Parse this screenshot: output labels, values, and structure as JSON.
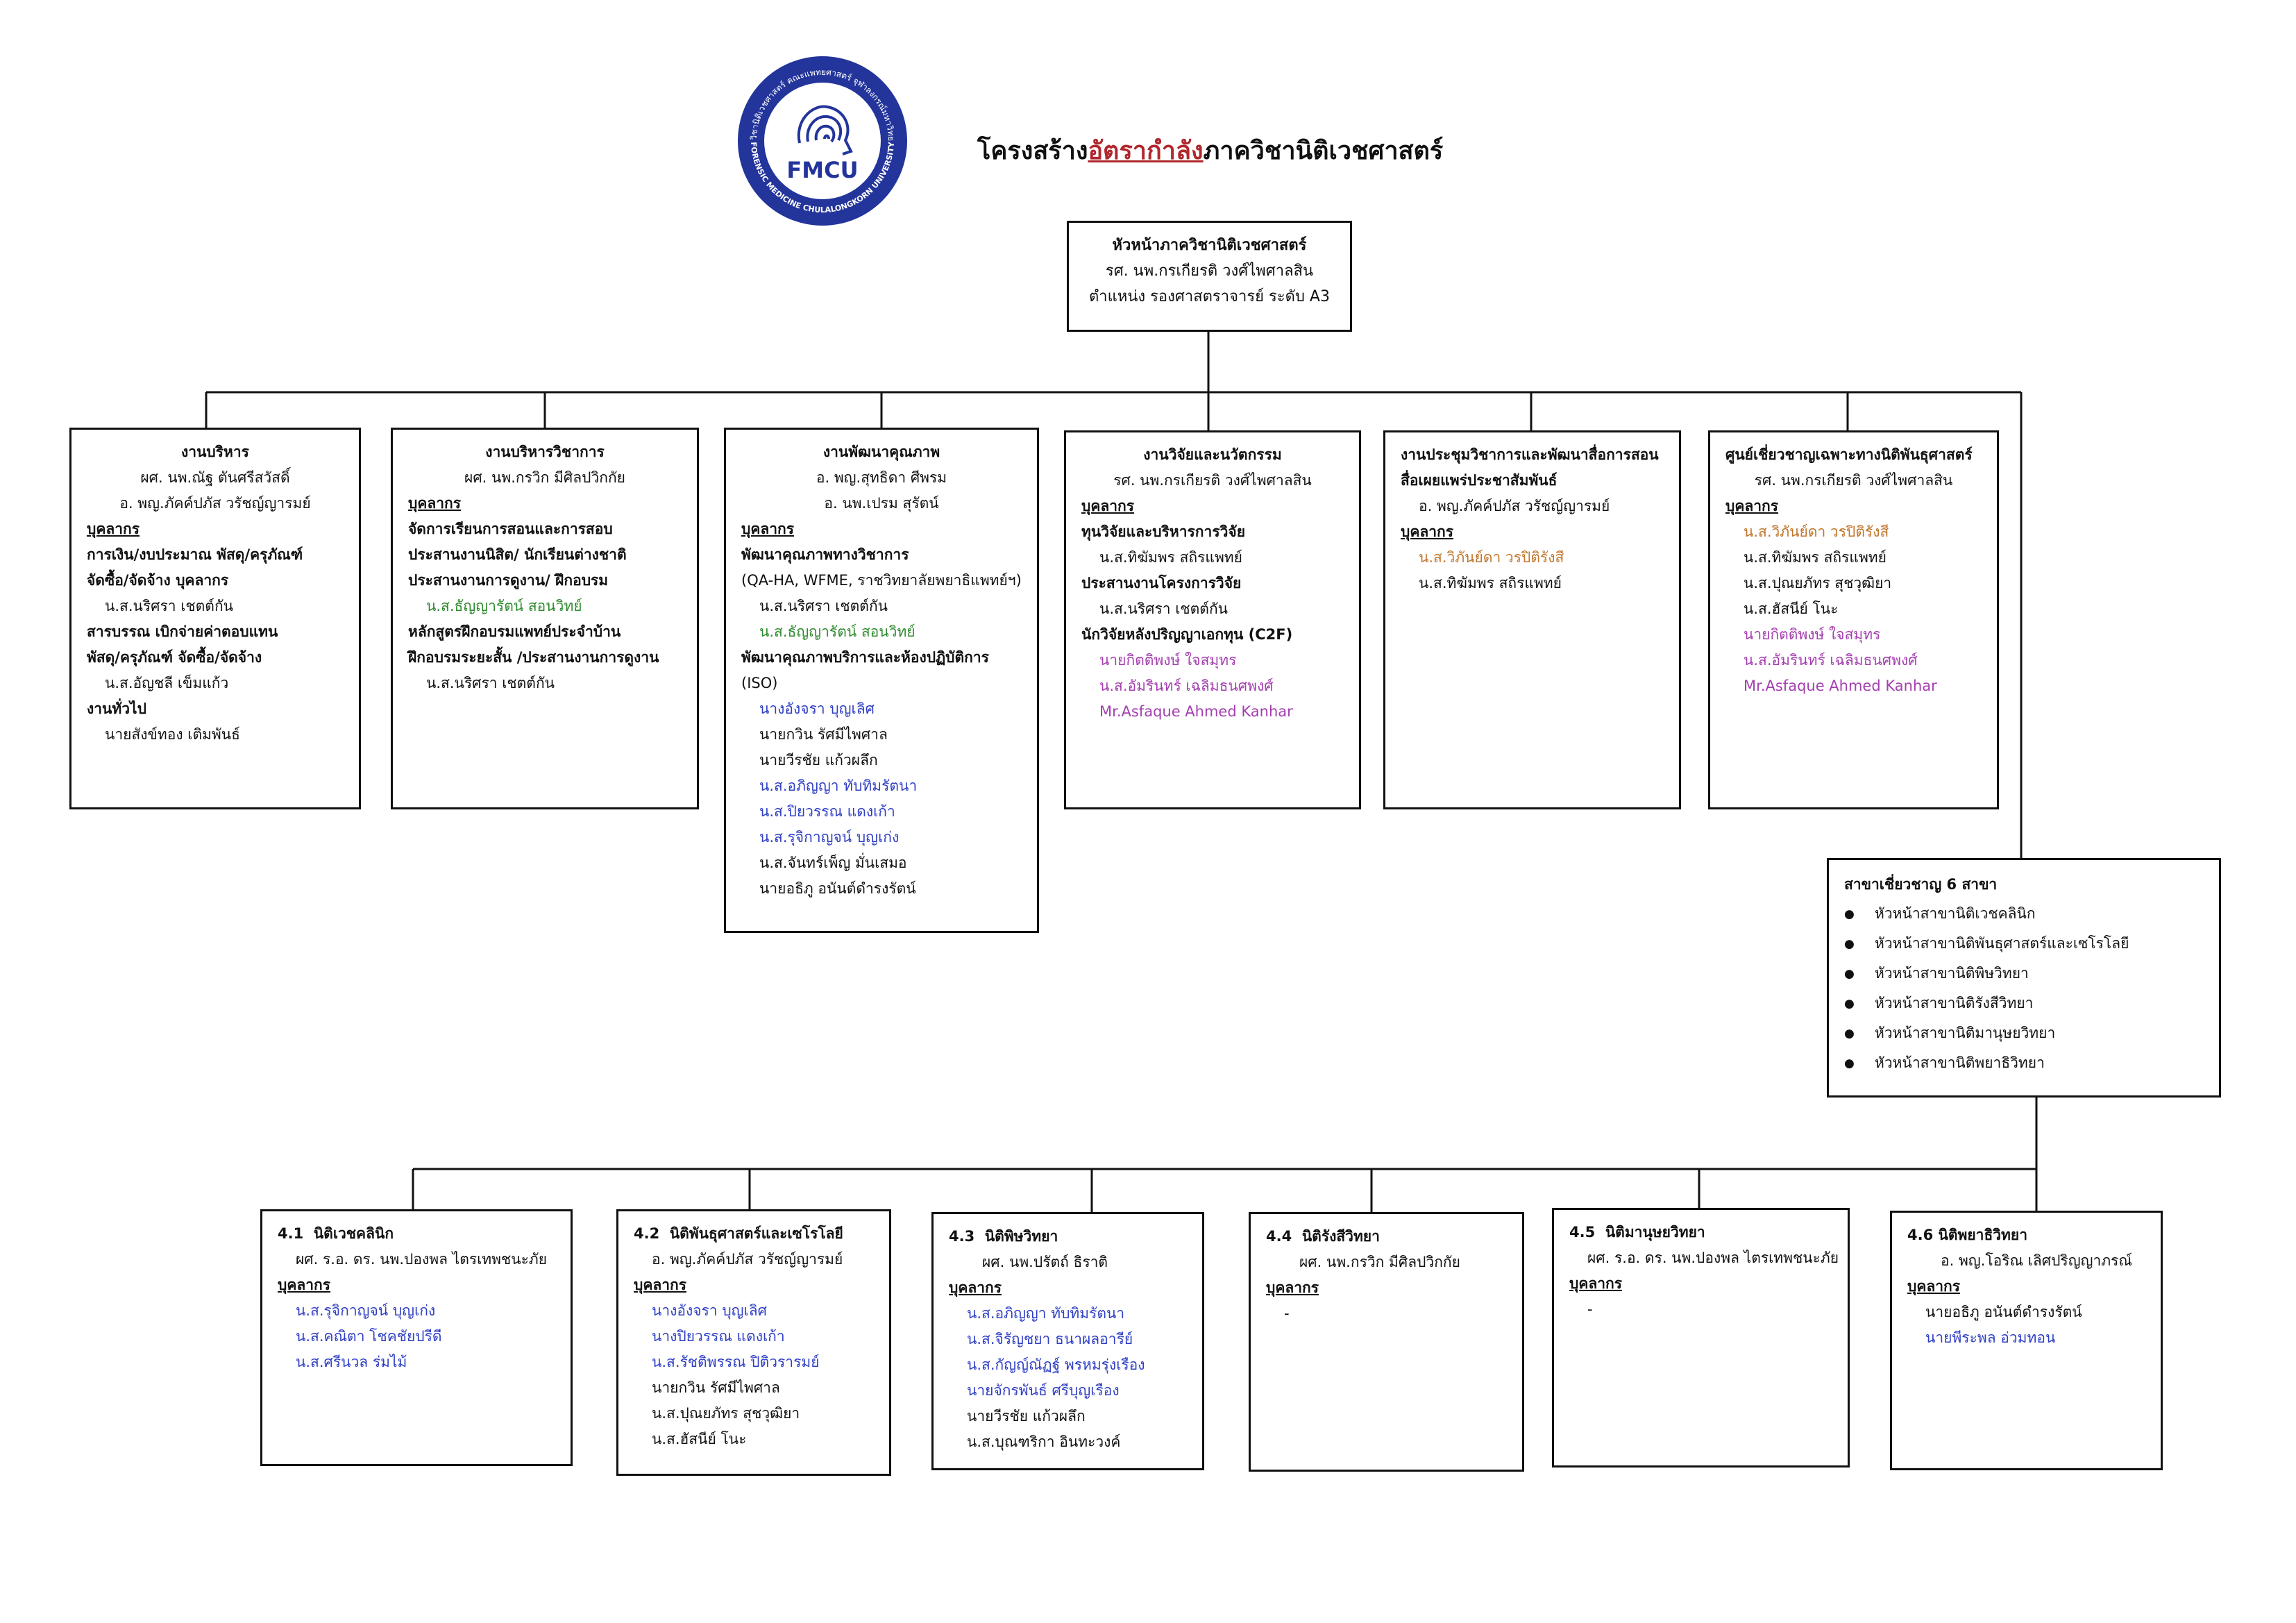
{
  "title": {
    "prefix": "โครงสร้าง",
    "accent": "อัตรากำลัง",
    "suffix": "ภาควิชานิติเวชศาสตร์"
  },
  "logo": {
    "text": "FMCU",
    "ring_top": "ภาควิชานิติเวชศาสตร์ คณะแพทยศาสตร์ จุฬาลงกรณ์มหาวิทยาลัย",
    "ring_bottom": "FORENSIC MEDICINE CHULALONGKORN UNIVERSITY",
    "color": "#23349b",
    "icon": "fingerprint-head-icon"
  },
  "head": {
    "title": "หัวหน้าภาควิชานิติเวชศาสตร์",
    "name": "รศ. นพ.กรเกียรติ วงศ์ไพศาลสิน",
    "position": "ตำแหน่ง รองศาสตราจารย์ ระดับ A3"
  },
  "admin": {
    "title": "งานบริหาร",
    "leads": [
      "ผศ. นพ.ณัฐ ตันศรีสวัสดิ์",
      "อ. พญ.ภัคค์ปภัส วรัชญ์ญารมย์"
    ],
    "staff_label": "บุคลากร",
    "l1": "การเงิน/งบประมาณ พัสดุ/ครุภัณฑ์",
    "l2": "จัดซื้อ/จัดจ้าง บุคลากร",
    "p1": "น.ส.นริศรา เชตต์กัน",
    "l3": "สารบรรณ เบิกจ่ายค่าตอบแทน",
    "l4": "พัสดุ/ครุภัณฑ์ จัดซื้อ/จัดจ้าง",
    "p2": "น.ส.อัญชลี เข็มแก้ว",
    "l5": "งานทั่วไป",
    "p3": "นายสังข์ทอง เติมพันธ์"
  },
  "academic": {
    "title": "งานบริหารวิชาการ",
    "lead": "ผศ. นพ.กรวิก มีศิลปวิกกัย",
    "staff_label": "บุคลากร",
    "l1": "จัดการเรียนการสอนและการสอบ",
    "l2": "ประสานงานนิสิต/ นักเรียนต่างชาติ",
    "l3": "ประสานงานการดูงาน/ ฝึกอบรม",
    "p1": "น.ส.ธัญญารัตน์ สอนวิทย์",
    "l4": "หลักสูตรฝึกอบรมแพทย์ประจำบ้าน",
    "l5": "ฝึกอบรมระยะสั้น /ประสานงานการดูงาน",
    "p2": "น.ส.นริศรา เชตต์กัน"
  },
  "quality": {
    "title": "งานพัฒนาคุณภาพ",
    "leads": [
      "อ. พญ.สุทธิดา ศีพรม",
      "อ. นพ.เปรม สุรัตน์"
    ],
    "staff_label": "บุคลากร",
    "l1": "พัฒนาคุณภาพทางวิชาการ",
    "l2": "(QA-HA, WFME, ราชวิทยาลัยพยาธิแพทย์ฯ)",
    "p1": "น.ส.นริศรา เชตต์กัน",
    "p2": "น.ส.ธัญญารัตน์ สอนวิทย์",
    "l3": "พัฒนาคุณภาพบริการและห้องปฏิบัติการ",
    "l4": "(ISO)",
    "people": [
      "นางอังจรา บุญเลิศ",
      "นายกวิน รัศมีไพศาล",
      "นายวีรชัย แก้วผลึก",
      "น.ส.อภิญญา ทับทิมรัตนา",
      "น.ส.ปิยวรรณ แดงเก้า",
      "น.ส.รุจิกาญจน์ บุญเก่ง",
      "น.ส.จันทร์เพ็ญ มั่นเสมอ",
      "นายอธิภู อนันต์ดำรงรัตน์"
    ]
  },
  "research": {
    "title": "งานวิจัยและนวัตกรรม",
    "lead": "รศ. นพ.กรเกียรติ วงศ์ไพศาลสิน",
    "staff_label": "บุคลากร",
    "l1": "ทุนวิจัยและบริหารการวิจัย",
    "p1": "น.ส.ทิฆัมพร สถิรแพทย์",
    "l2": "ประสานงานโครงการวิจัย",
    "p2": "น.ส.นริศรา เชตต์กัน",
    "l3": "นักวิจัยหลังปริญญาเอกทุน (C2F)",
    "people": [
      "นายกิตติพงษ์ ใจสมุทร",
      "น.ส.อัมรินทร์ เฉลิมธนศพงศ์",
      "Mr.Asfaque Ahmed Kanhar"
    ]
  },
  "conference": {
    "title": "งานประชุมวิชาการและพัฒนาสื่อการสอน",
    "title2": "สื่อเผยแพร่ประชาสัมพันธ์",
    "lead": "อ. พญ.ภัคค์ปภัส วรัชญ์ญารมย์",
    "staff_label": "บุคลากร",
    "p1": "น.ส.วิภันย์ดา วรปิติรังสี",
    "p2": "น.ส.ทิฆัมพร สถิรแพทย์"
  },
  "center": {
    "title": "ศูนย์เชี่ยวชาญเฉพาะทางนิติพันธุศาสตร์",
    "lead": "รศ. นพ.กรเกียรติ วงศ์ไพศาลสิน",
    "staff_label": "บุคลากร",
    "p1": "น.ส.วิภันย์ดา วรปิติรังสี",
    "p2": "น.ส.ทิฆัมพร สถิรแพทย์",
    "p3": "น.ส.ปุณยภัทร สุชวุฒิยา",
    "p4": "น.ส.ฮัสนีย์ โนะ",
    "p5": "นายกิตติพงษ์ ใจสมุทร",
    "p6": "น.ส.อัมรินทร์ เฉลิมธนศพงศ์",
    "p7": "Mr.Asfaque Ahmed Kanhar"
  },
  "branches": {
    "title": "สาขาเชี่ยวชาญ 6 สาขา",
    "items": [
      "หัวหน้าสาขานิติเวชคลินิก",
      "หัวหน้าสาขานิติพันธุศาสตร์และเซโรโลยี",
      "หัวหน้าสาขานิติพิษวิทยา",
      "หัวหน้าสาขานิติรังสีวิทยา",
      "หัวหน้าสาขานิติมานุษยวิทยา",
      "หัวหน้าสาขานิติพยาธิวิทยา"
    ]
  },
  "b41": {
    "num": "4.1",
    "title": "นิติเวชคลินิก",
    "lead": "ผศ. ร.อ. ดร. นพ.ปองพล ไตรเทพชนะภัย",
    "staff_label": "บุคลากร",
    "people": [
      "น.ส.รุจิกาญจน์ บุญเก่ง",
      "น.ส.คณิตา โชคชัยปรีดี",
      "น.ส.ศรีนวล ร่มไม้"
    ]
  },
  "b42": {
    "num": "4.2",
    "title": "นิติพันธุศาสตร์และเซโรโลยี",
    "lead": "อ. พญ.ภัคค์ปภัส วรัชญ์ญารมย์",
    "staff_label": "บุคลากร",
    "people_blue": [
      "นางอังจรา บุญเลิศ",
      "นางปิยวรรณ แดงเก้า",
      "น.ส.รัชติพรรณ ปิติวรารมย์"
    ],
    "people_black": [
      "นายกวิน รัศมีไพศาล",
      "น.ส.ปุณยภัทร สุชวุฒิยา",
      "น.ส.ฮัสนีย์ โนะ"
    ]
  },
  "b43": {
    "num": "4.3",
    "title": "นิติพิษวิทยา",
    "lead": "ผศ. นพ.ปรัตถ์ ธิราติ",
    "staff_label": "บุคลากร",
    "people_blue": [
      "น.ส.อภิญญา ทับทิมรัตนา",
      "น.ส.จิรัญชยา ธนาผลอารีย์",
      "น.ส.กัญญ์ณัฏฐ์ พรหมรุ่งเรือง",
      "นายจักรพันธ์ ศรีบุญเรือง"
    ],
    "people_black": [
      "นายวีรชัย แก้วผลึก",
      "น.ส.บุณฑริกา อินทะวงค์"
    ]
  },
  "b44": {
    "num": "4.4",
    "title": "นิติรังสีวิทยา",
    "lead": "ผศ. นพ.กรวิก มีศิลปวิกกัย",
    "staff_label": "บุคลากร",
    "none": "-"
  },
  "b45": {
    "num": "4.5",
    "title": "นิติมานุษยวิทยา",
    "lead": "ผศ. ร.อ. ดร. นพ.ปองพล ไตรเทพชนะภัย",
    "staff_label": "บุคลากร",
    "none": "-"
  },
  "b46": {
    "num": "4.6",
    "title": "นิติพยาธิวิทยา",
    "lead": "อ. พญ.โอริณ เลิศปริญญาภรณ์",
    "staff_label": "บุคลากร",
    "p1": "นายอธิภู อนันต์ดำรงรัตน์",
    "p2": "นายพีระพล อ่วมทอน"
  }
}
